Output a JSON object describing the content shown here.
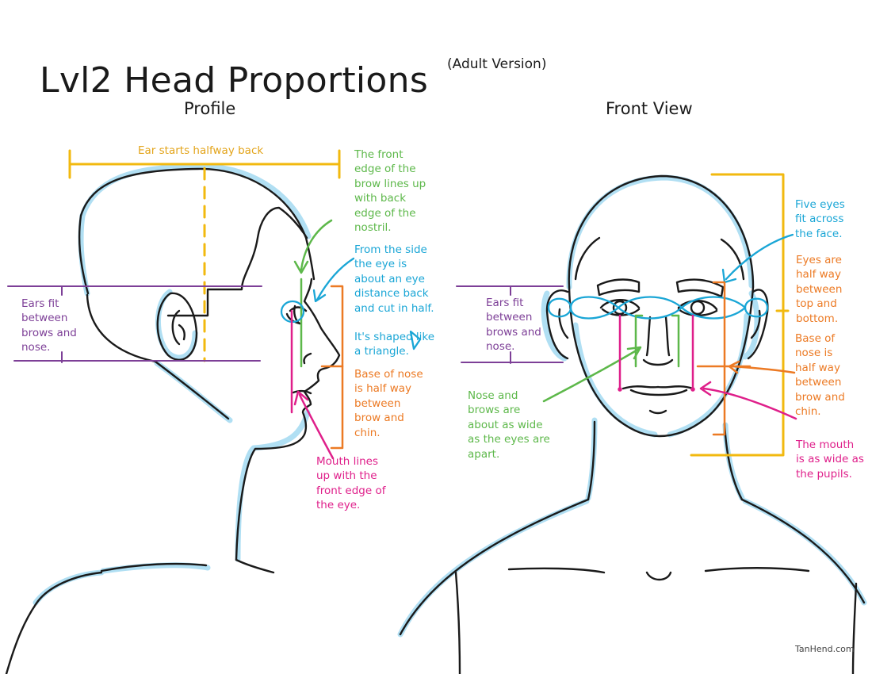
{
  "title": "Lvl2 Head Proportions",
  "subtitle": "(Adult Version)",
  "sections": {
    "profile": "Profile",
    "front": "Front View"
  },
  "profile_notes": {
    "ear_halfway": "Ear starts halfway back",
    "brow_nostril": [
      "The front",
      "edge of the",
      "brow lines up",
      "with back",
      "edge of the",
      "nostril."
    ],
    "eye_distance": [
      "From the side",
      "the eye is",
      "about an eye",
      "distance back",
      "and cut in half."
    ],
    "triangle": [
      "It's shaped like",
      "a triangle."
    ],
    "ears_fit": [
      "Ears fit",
      "between",
      "brows and",
      "nose."
    ],
    "nose_base": [
      "Base of nose",
      "is half way",
      "between",
      "brow and",
      "chin."
    ],
    "mouth_lines": [
      "Mouth lines",
      "up with the",
      "front edge of",
      "the eye."
    ]
  },
  "front_notes": {
    "five_eyes": [
      "Five eyes",
      "fit across",
      "the face."
    ],
    "eyes_halfway": [
      "Eyes are",
      "half way",
      "between",
      "top and",
      "bottom."
    ],
    "nose_base": [
      "Base of",
      "nose is",
      "half way",
      "between",
      "brow and",
      "chin."
    ],
    "ears_fit": [
      "Ears fit",
      "between",
      "brows and",
      "nose."
    ],
    "nose_brows": [
      "Nose and",
      "brows are",
      "about as wide",
      "as the eyes are",
      "apart."
    ],
    "mouth_wide": [
      "The mouth",
      "is as wide as",
      "the pupils."
    ]
  },
  "credit": "TanHend.com",
  "colors": {
    "outline": "#1a1a1a",
    "shadow": "#a8dcf2",
    "gold": "#f2b90f",
    "green": "#5db84a",
    "cyan": "#1aa6d6",
    "orange": "#ec7a24",
    "purple": "#7d3f97",
    "magenta": "#df1f8a"
  }
}
